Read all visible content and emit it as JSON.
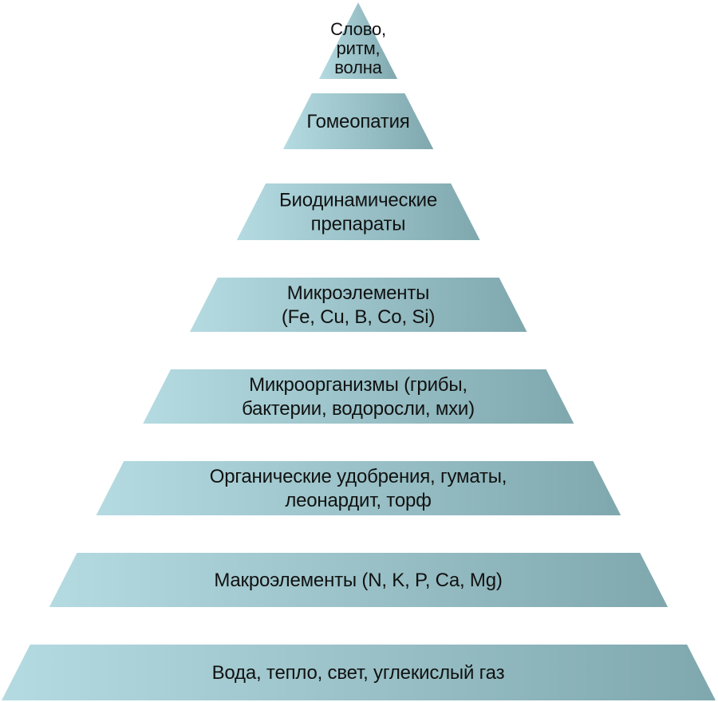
{
  "colors": {
    "band_light": "#b4dbe1",
    "band_dark": "#7fa8ae",
    "text": "#111111",
    "background": "#ffffff"
  },
  "tiers": [
    {
      "name": "tier-apex",
      "lines": [
        "Слово,",
        "ритм,",
        "волна"
      ]
    },
    {
      "name": "tier-homeopathy",
      "lines": [
        "Гомеопатия"
      ]
    },
    {
      "name": "tier-biodynamic",
      "lines": [
        "Биодинамические",
        "препараты"
      ]
    },
    {
      "name": "tier-microelements",
      "lines": [
        "Микроэлементы",
        "(Fe, Cu, B, Co, Si)"
      ]
    },
    {
      "name": "tier-microorganisms",
      "lines": [
        "Микроорганизмы (грибы,",
        "бактерии, водоросли, мхи)"
      ]
    },
    {
      "name": "tier-organic-fertilizers",
      "lines": [
        "Органические удобрения, гуматы,",
        "леонардит, торф"
      ]
    },
    {
      "name": "tier-macroelements",
      "lines": [
        "Макроэлементы (N, K, P, Ca, Mg)"
      ]
    },
    {
      "name": "tier-base",
      "lines": [
        "Вода, тепло, свет, углекислый газ"
      ]
    }
  ]
}
